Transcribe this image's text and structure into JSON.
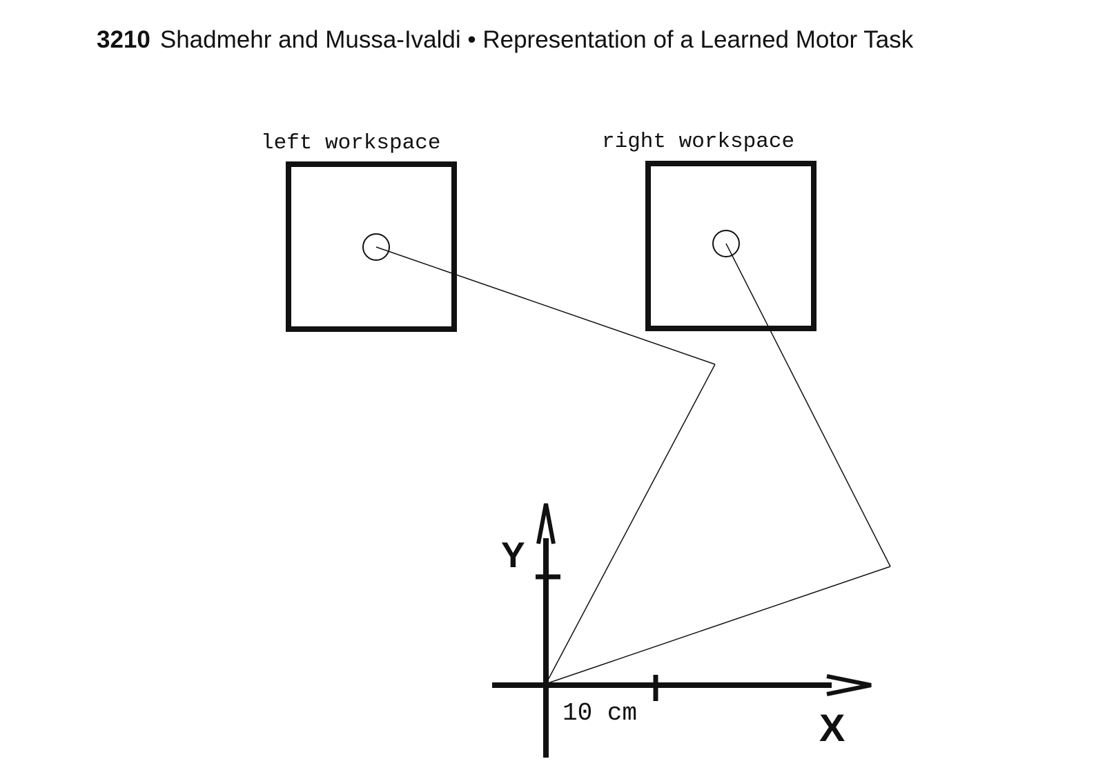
{
  "header": {
    "page_number": "3210",
    "running_title": "Shadmehr and Mussa-Ivaldi • Representation of a Learned Motor Task"
  },
  "figure": {
    "left_workspace_label": "left workspace",
    "right_workspace_label": "right workspace",
    "scale_label": "10 cm",
    "x_axis_label": "X",
    "y_axis_label": "Y"
  }
}
